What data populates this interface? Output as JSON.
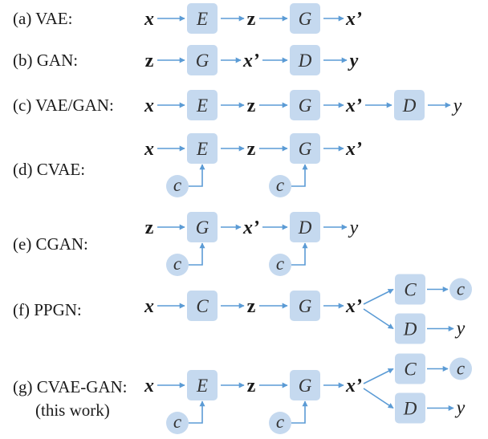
{
  "colors": {
    "box_fill": "#c5d9ef",
    "arrow": "#5b9bd5",
    "text": "#1a1a1a"
  },
  "rows": [
    {
      "label": "(a) VAE:",
      "main": [
        {
          "kind": "var",
          "text": "x",
          "bold": true,
          "italic": true
        },
        {
          "kind": "box",
          "text": "E"
        },
        {
          "kind": "var",
          "text": "z",
          "bold": true,
          "italic": false
        },
        {
          "kind": "box",
          "text": "G"
        },
        {
          "kind": "var",
          "text": "x’",
          "bold": true,
          "italic": true
        }
      ]
    },
    {
      "label": "(b) GAN:",
      "main": [
        {
          "kind": "var",
          "text": "z",
          "bold": true,
          "italic": false
        },
        {
          "kind": "box",
          "text": "G"
        },
        {
          "kind": "var",
          "text": "x’",
          "bold": true,
          "italic": true
        },
        {
          "kind": "box",
          "text": "D"
        },
        {
          "kind": "var",
          "text": "y",
          "bold": true,
          "italic": true
        }
      ]
    },
    {
      "label": "(c) VAE/GAN:",
      "main": [
        {
          "kind": "var",
          "text": "x",
          "bold": true,
          "italic": true
        },
        {
          "kind": "box",
          "text": "E"
        },
        {
          "kind": "var",
          "text": "z",
          "bold": true,
          "italic": false
        },
        {
          "kind": "box",
          "text": "G"
        },
        {
          "kind": "var",
          "text": "x’",
          "bold": true,
          "italic": true
        },
        {
          "kind": "box",
          "text": "D"
        },
        {
          "kind": "var",
          "text": "y",
          "bold": false,
          "italic": true
        }
      ]
    },
    {
      "label": "(d) CVAE:",
      "main": [
        {
          "kind": "var",
          "text": "x",
          "bold": true,
          "italic": true
        },
        {
          "kind": "box",
          "text": "E",
          "cond": "c"
        },
        {
          "kind": "var",
          "text": "z",
          "bold": true,
          "italic": false
        },
        {
          "kind": "box",
          "text": "G",
          "cond": "c"
        },
        {
          "kind": "var",
          "text": "x’",
          "bold": true,
          "italic": true
        }
      ]
    },
    {
      "label": "(e) CGAN:",
      "main": [
        {
          "kind": "var",
          "text": "z",
          "bold": true,
          "italic": false
        },
        {
          "kind": "box",
          "text": "G",
          "cond": "c"
        },
        {
          "kind": "var",
          "text": "x’",
          "bold": true,
          "italic": true
        },
        {
          "kind": "box",
          "text": "D",
          "cond": "c"
        },
        {
          "kind": "var",
          "text": "y",
          "bold": false,
          "italic": true
        }
      ]
    },
    {
      "label": "(f) PPGN:",
      "main": [
        {
          "kind": "var",
          "text": "x",
          "bold": true,
          "italic": true
        },
        {
          "kind": "box",
          "text": "C"
        },
        {
          "kind": "var",
          "text": "z",
          "bold": true,
          "italic": false
        },
        {
          "kind": "box",
          "text": "G"
        },
        {
          "kind": "var",
          "text": "x’",
          "bold": true,
          "italic": true
        }
      ],
      "branches": [
        {
          "box": "C",
          "out": {
            "text": "c",
            "circle": true
          }
        },
        {
          "box": "D",
          "out": {
            "text": "y",
            "circle": false
          }
        }
      ]
    },
    {
      "label": "(g) CVAE-GAN:",
      "sublabel": "(this work)",
      "main": [
        {
          "kind": "var",
          "text": "x",
          "bold": true,
          "italic": true
        },
        {
          "kind": "box",
          "text": "E",
          "cond": "c"
        },
        {
          "kind": "var",
          "text": "z",
          "bold": true,
          "italic": false
        },
        {
          "kind": "box",
          "text": "G",
          "cond": "c"
        },
        {
          "kind": "var",
          "text": "x’",
          "bold": true,
          "italic": true
        }
      ],
      "branches": [
        {
          "box": "C",
          "out": {
            "text": "c",
            "circle": true
          }
        },
        {
          "box": "D",
          "out": {
            "text": "y",
            "circle": false
          }
        }
      ]
    }
  ]
}
